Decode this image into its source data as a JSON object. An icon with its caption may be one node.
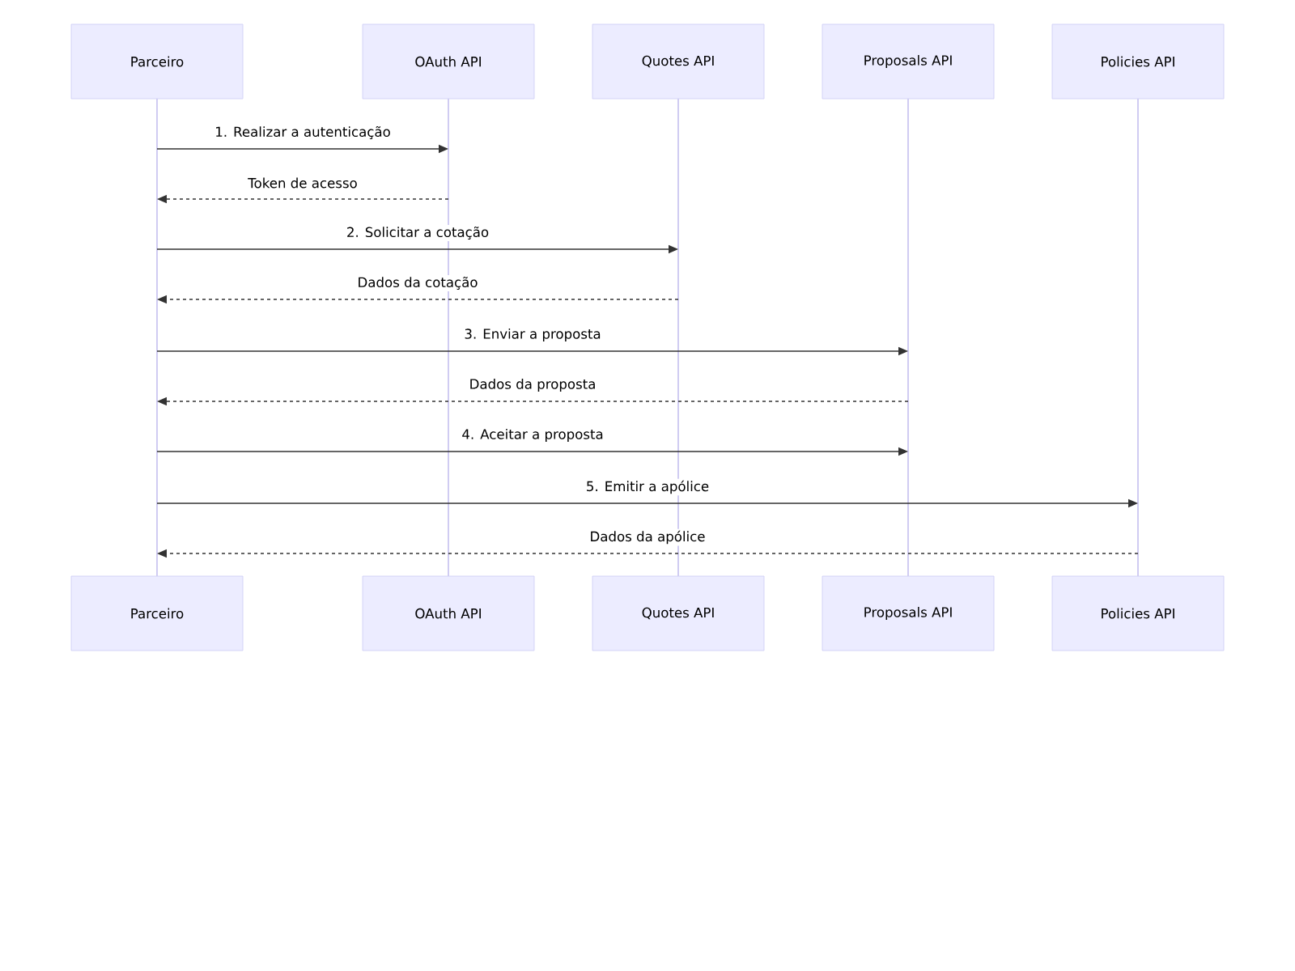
{
  "diagram": {
    "nodes": [
      {
        "text": [
          "Parceiro"
        ]
      },
      {
        "text": [
          "OAuth API"
        ]
      },
      {
        "text": [
          "Quotes API"
        ]
      },
      {
        "text": [
          "Proposals API"
        ]
      },
      {
        "text": [
          "Policies API"
        ]
      },
      {
        "text": [
          "Parceiro"
        ]
      },
      {
        "text": [
          "OAuth API"
        ]
      },
      {
        "text": [
          "Quotes API"
        ]
      },
      {
        "text": [
          "Proposals API"
        ]
      },
      {
        "text": [
          "Policies API"
        ]
      },
      {
        "text": [],
        "shape": "line"
      },
      {
        "text": [],
        "shape": "line"
      },
      {
        "text": [],
        "shape": "line"
      },
      {
        "text": [],
        "shape": "line"
      },
      {
        "text": [],
        "shape": "line"
      }
    ],
    "edges": [
      {
        "from": 10,
        "to": 11,
        "arrow": "to",
        "label": "1. Realizar a autenticação"
      },
      {
        "from": 11,
        "to": 10,
        "arrow": "to",
        "label": "Token de acesso",
        "style": "dashed"
      },
      {
        "from": 10,
        "to": 12,
        "arrow": "to",
        "label": "2. Solicitar a cotação"
      },
      {
        "from": 12,
        "to": 10,
        "arrow": "to",
        "label": "Dados da cotação",
        "style": "dashed"
      },
      {
        "from": 10,
        "to": 13,
        "arrow": "to",
        "label": "3. Enviar a proposta"
      },
      {
        "from": 13,
        "to": 10,
        "arrow": "to",
        "label": "Dados da proposta",
        "style": "dashed"
      },
      {
        "from": 10,
        "to": 13,
        "arrow": "to",
        "label": "4. Aceitar a proposta"
      },
      {
        "from": 10,
        "to": 14,
        "arrow": "to",
        "label": "5. Emitir a apólice"
      },
      {
        "from": 14,
        "to": 10,
        "arrow": "to",
        "label": "Dados da apólice",
        "style": "dashed"
      }
    ]
  }
}
